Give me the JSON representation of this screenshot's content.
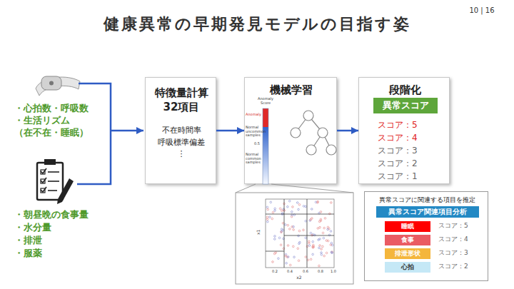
{
  "diagram": {
    "title": "健康異常の早期発見モデルの目指す姿",
    "nodes": [
      {
        "text": [
          "特徴量計算 32項目",
          "不在時間率 呼吸標準偏差 ⋮"
        ]
      },
      {
        "text": [
          "機械学習"
        ]
      },
      {
        "text": [
          "段階化",
          "スコア：5",
          "スコア：4",
          "スコア：3",
          "スコア：2",
          "スコア：1"
        ]
      },
      {
        "text": [
          "異常スコア"
        ],
        "in": 2
      },
      {
        "text": [
          "異常スコアに関連する項目を推定"
        ]
      },
      {
        "text": [
          "異常スコア関連項目分析"
        ],
        "in": 4
      },
      {
        "text": [
          "睡眠"
        ],
        "in": 4
      },
      {
        "text": [
          "食事"
        ],
        "in": 4
      },
      {
        "text": [
          "排泄形状"
        ],
        "in": 4
      },
      {
        "text": [
          "心拍"
        ],
        "in": 4
      }
    ],
    "edges": [
      {
        "from": 0,
        "to": 1,
        "arrow": "to"
      },
      {
        "from": 1,
        "to": 2,
        "arrow": "to"
      }
    ],
    "labels": [
      "10 | 16",
      "・心拍数・呼吸数",
      "・生活リズム （在不在・睡眠）",
      "・朝昼晩の食事量",
      "・水分量",
      "・排泄",
      "・服薬",
      "Anomaly Score",
      "Anomaly",
      "Normal uncommon samples",
      "0.5",
      "Normal common samples",
      "x1",
      "0.2",
      "0.4",
      "0.6",
      "0.8",
      "1.0",
      "x2",
      "スコア：5",
      "スコア：4",
      "スコア：3",
      "スコア：2"
    ]
  }
}
